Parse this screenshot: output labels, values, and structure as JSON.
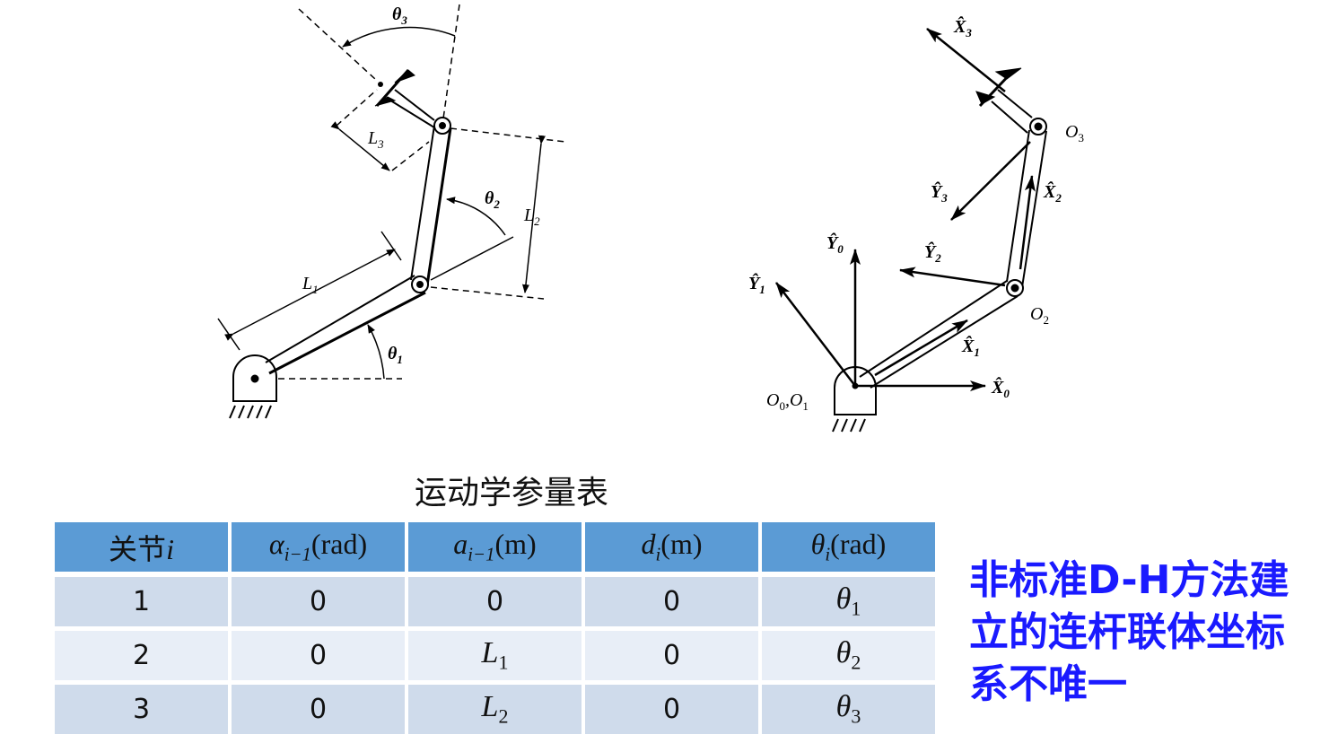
{
  "left_diagram": {
    "labels": {
      "theta1": {
        "base": "θ",
        "sub": "1"
      },
      "theta2": {
        "base": "θ",
        "sub": "2"
      },
      "theta3": {
        "base": "θ",
        "sub": "3"
      },
      "L1": {
        "base": "L",
        "sub": "1"
      },
      "L2": {
        "base": "L",
        "sub": "2"
      },
      "L3": {
        "base": "L",
        "sub": "3"
      }
    }
  },
  "right_diagram": {
    "labels": {
      "X0": {
        "base": "X̂",
        "sub": "0"
      },
      "X1": {
        "base": "X̂",
        "sub": "1"
      },
      "X2": {
        "base": "X̂",
        "sub": "2"
      },
      "X3": {
        "base": "X̂",
        "sub": "3"
      },
      "Y0": {
        "base": "Ŷ",
        "sub": "0"
      },
      "Y1": {
        "base": "Ŷ",
        "sub": "1"
      },
      "Y2": {
        "base": "Ŷ",
        "sub": "2"
      },
      "Y3": {
        "base": "Ŷ",
        "sub": "3"
      },
      "O01": {
        "base": "O",
        "sub": "0",
        "sep": ",",
        "base2": "O",
        "sub2": "1"
      },
      "O2": {
        "base": "O",
        "sub": "2"
      },
      "O3": {
        "base": "O",
        "sub": "3"
      }
    }
  },
  "table": {
    "title": "运动学参量表",
    "headers": [
      {
        "main": "关节",
        "var": "i",
        "sub": "",
        "rest": ""
      },
      {
        "main": "",
        "var": "α",
        "sub": "i−1",
        "rest": "(rad)"
      },
      {
        "main": "",
        "var": "a",
        "sub": "i−1",
        "rest": "(m)"
      },
      {
        "main": "",
        "var": "d",
        "sub": "i",
        "rest": "(m)"
      },
      {
        "main": "",
        "var": "θ",
        "sub": "i",
        "rest": "(rad)"
      }
    ],
    "rows": [
      [
        {
          "text": "1"
        },
        {
          "text": "0"
        },
        {
          "text": "0"
        },
        {
          "text": "0"
        },
        {
          "var": "θ",
          "sub": "1"
        }
      ],
      [
        {
          "text": "2"
        },
        {
          "text": "0"
        },
        {
          "var": "L",
          "sub": "1"
        },
        {
          "text": "0"
        },
        {
          "var": "θ",
          "sub": "2"
        }
      ],
      [
        {
          "text": "3"
        },
        {
          "text": "0"
        },
        {
          "var": "L",
          "sub": "2"
        },
        {
          "text": "0"
        },
        {
          "var": "θ",
          "sub": "3"
        }
      ]
    ]
  },
  "note": {
    "lines": [
      "非标准D-H方法建",
      "立的连杆联体坐标",
      "系不唯一"
    ],
    "color": "#1a1aff"
  }
}
